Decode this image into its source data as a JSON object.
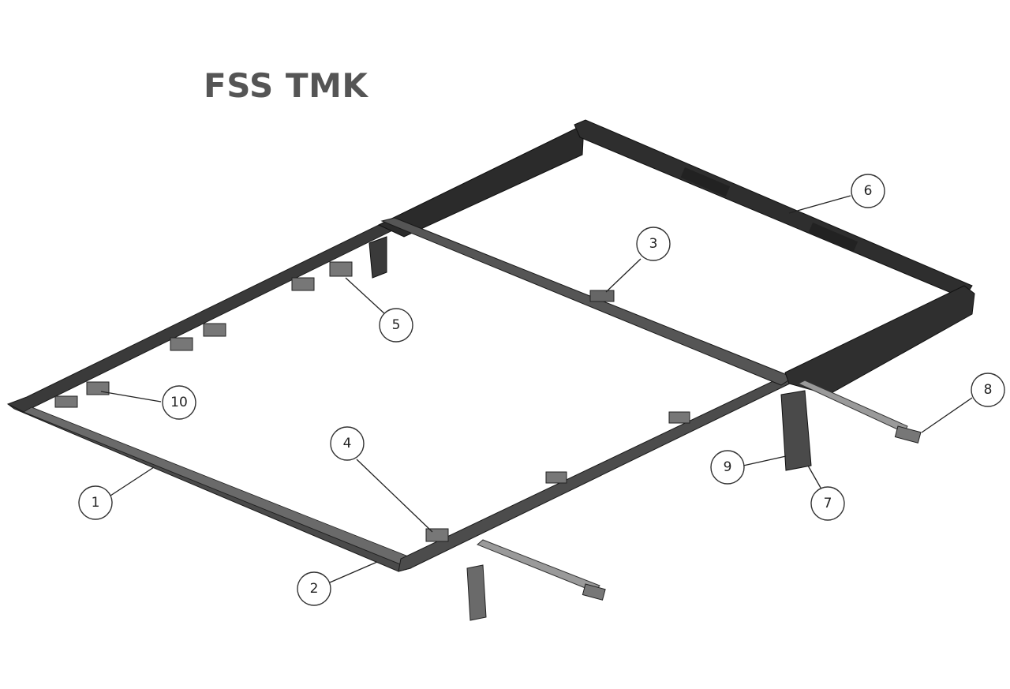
{
  "title": "FSS TMK",
  "callouts": [
    {
      "label": "1"
    },
    {
      "label": "2"
    },
    {
      "label": "3"
    },
    {
      "label": "4"
    },
    {
      "label": "5"
    },
    {
      "label": "6"
    },
    {
      "label": "7"
    },
    {
      "label": "8"
    },
    {
      "label": "9"
    },
    {
      "label": "10"
    }
  ]
}
